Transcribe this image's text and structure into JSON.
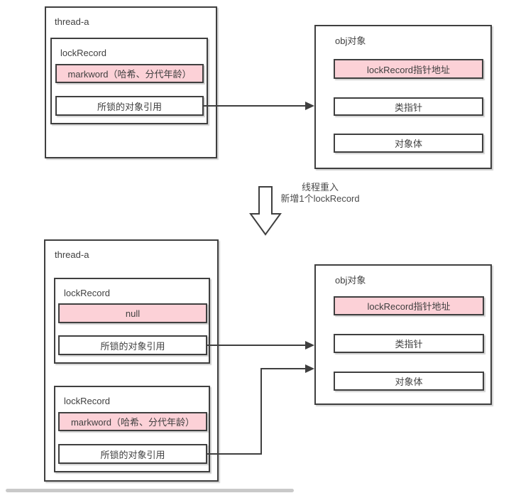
{
  "colors": {
    "border": "#3f3f3f",
    "pink_fill": "#fcd1d7",
    "text": "#3f3f3f",
    "scrollbar": "#c9c9c9"
  },
  "before": {
    "thread": {
      "title": "thread-a",
      "lock_record": {
        "title": "lockRecord",
        "markword": "markword（哈希、分代年龄）",
        "obj_ref": "所锁的对象引用"
      }
    },
    "obj": {
      "title": "obj对象",
      "rows": [
        "lockRecord指针地址",
        "类指针",
        "对象体"
      ]
    }
  },
  "transition": {
    "line1": "线程重入",
    "line2": "新增1个lockRecord"
  },
  "after": {
    "thread": {
      "title": "thread-a",
      "lock_record_1": {
        "title": "lockRecord",
        "markword": "null",
        "obj_ref": "所锁的对象引用"
      },
      "lock_record_2": {
        "title": "lockRecord",
        "markword": "markword（哈希、分代年龄）",
        "obj_ref": "所锁的对象引用"
      }
    },
    "obj": {
      "title": "obj对象",
      "rows": [
        "lockRecord指针地址",
        "类指针",
        "对象体"
      ]
    }
  }
}
